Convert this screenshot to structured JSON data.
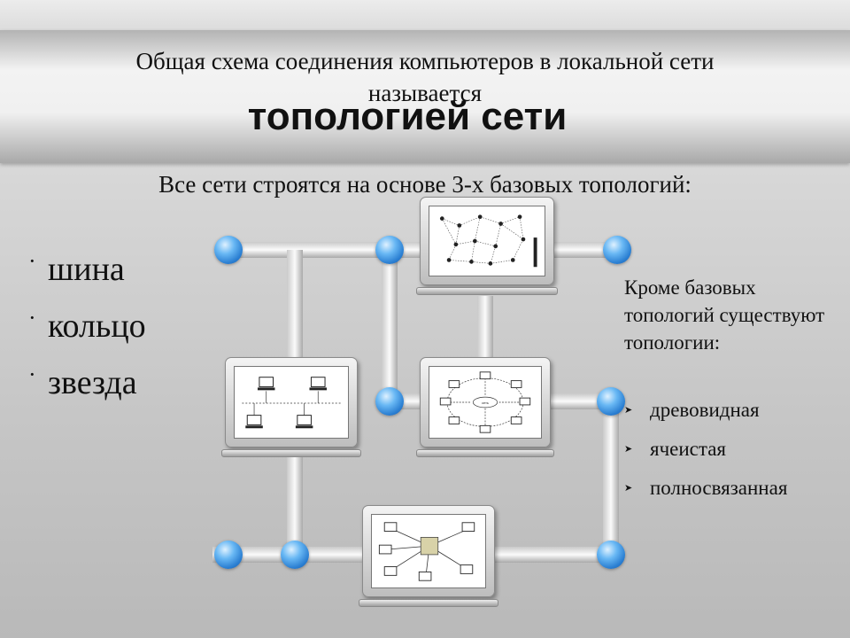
{
  "title": {
    "line1": "Общая схема соединения компьютеров в локальной сети",
    "line2": "называется",
    "main": "топологией сети"
  },
  "subtitle": "Все сети строятся на основе 3-х базовых топологий:",
  "basic_topologies": [
    "шина",
    "кольцо",
    "звезда"
  ],
  "side_note": "Кроме базовых топологий существуют топологии:",
  "other_topologies": [
    "древовидная",
    "ячеистая",
    "полносвязанная"
  ],
  "icons": {
    "bullet": "small-dot-bullet",
    "arrow": "arrowhead-bullet"
  },
  "colors": {
    "node_blue": "#2b7fd2",
    "pipe": "#ececec"
  },
  "ring_center_label": "сеть"
}
